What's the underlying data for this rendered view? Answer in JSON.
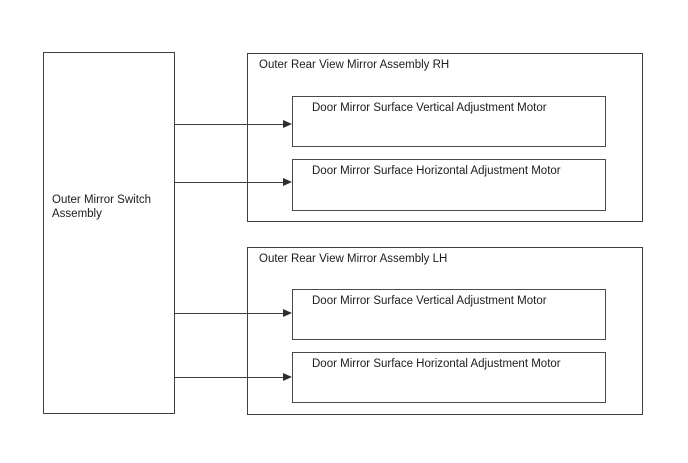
{
  "diagram": {
    "switch_box": {
      "label": "Outer Mirror Switch Assembly"
    },
    "assemblies": [
      {
        "title": "Outer Rear View Mirror Assembly RH",
        "motors": [
          "Door Mirror Surface Vertical Adjustment Motor",
          "Door Mirror Surface Horizontal Adjustment Motor"
        ]
      },
      {
        "title": "Outer Rear View Mirror Assembly LH",
        "motors": [
          "Door Mirror Surface Vertical Adjustment Motor",
          "Door Mirror Surface Horizontal Adjustment Motor"
        ]
      }
    ],
    "colors": {
      "line": "#3f3f3f",
      "text": "#1c1c1c",
      "background": "#ffffff"
    }
  }
}
